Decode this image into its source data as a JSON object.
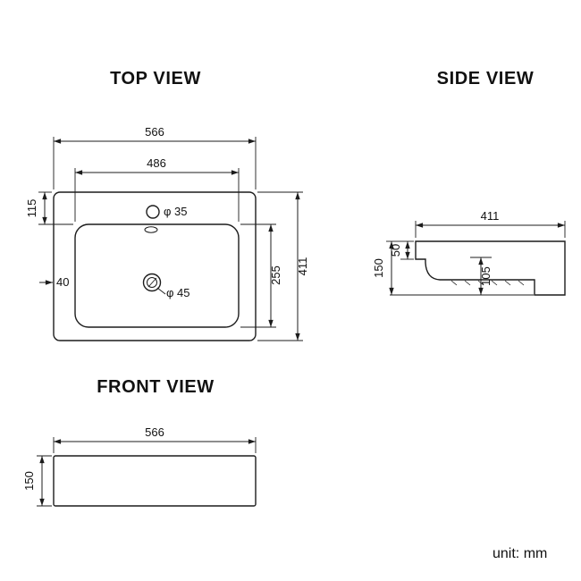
{
  "titles": {
    "top_view": "TOP VIEW",
    "side_view": "SIDE VIEW",
    "front_view": "FRONT VIEW"
  },
  "unit_label": "unit: mm",
  "top_view": {
    "outer_width": "566",
    "inner_width": "486",
    "rim_top_offset": "115",
    "rim_left_offset": "40",
    "inner_depth": "255",
    "outer_depth": "411",
    "faucet_hole_dia": "φ 35",
    "drain_hole_dia": "φ 45"
  },
  "side_view": {
    "depth": "411",
    "rim_height": "50",
    "total_height": "150",
    "bowl_depth": "105"
  },
  "front_view": {
    "width": "566",
    "height": "150"
  },
  "colors": {
    "line": "#1c1c1c",
    "background": "#ffffff"
  }
}
